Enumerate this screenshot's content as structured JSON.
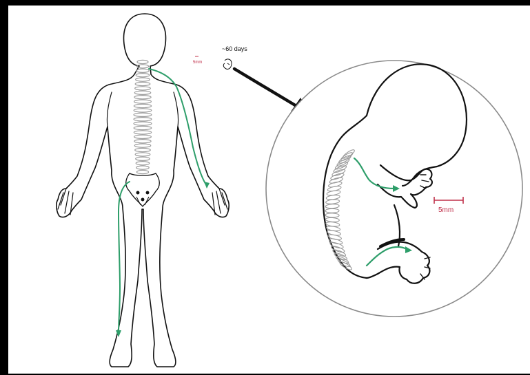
{
  "figure": {
    "embryo_age_label": "~60 days",
    "small_scale_label": "5mm",
    "zoom_scale_label": "5mm"
  },
  "colors": {
    "background": "#000000",
    "canvas": "#ffffff",
    "outline": "#111111",
    "vertebrae": "#9a9a9a",
    "nerve_path": "#2e9e6a",
    "scale_bar": "#c0304a",
    "zoom_circle": "#8a8a8a"
  },
  "icons": {
    "pointer": "arrow-icon"
  }
}
